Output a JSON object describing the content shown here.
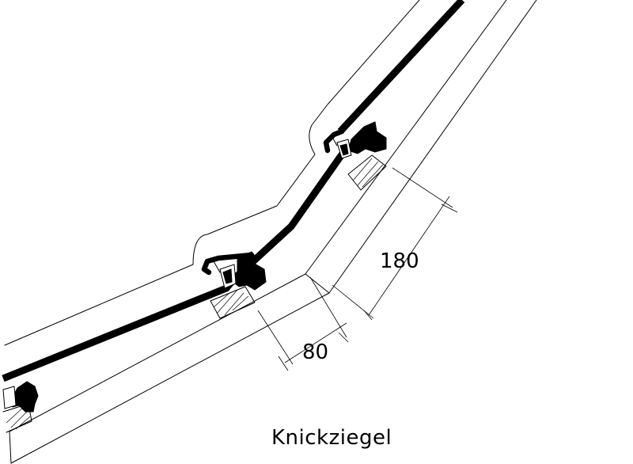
{
  "drawing": {
    "caption": "Knickziegel",
    "dimensions": {
      "ridge_offset": "180",
      "batten_depth": "80"
    }
  }
}
